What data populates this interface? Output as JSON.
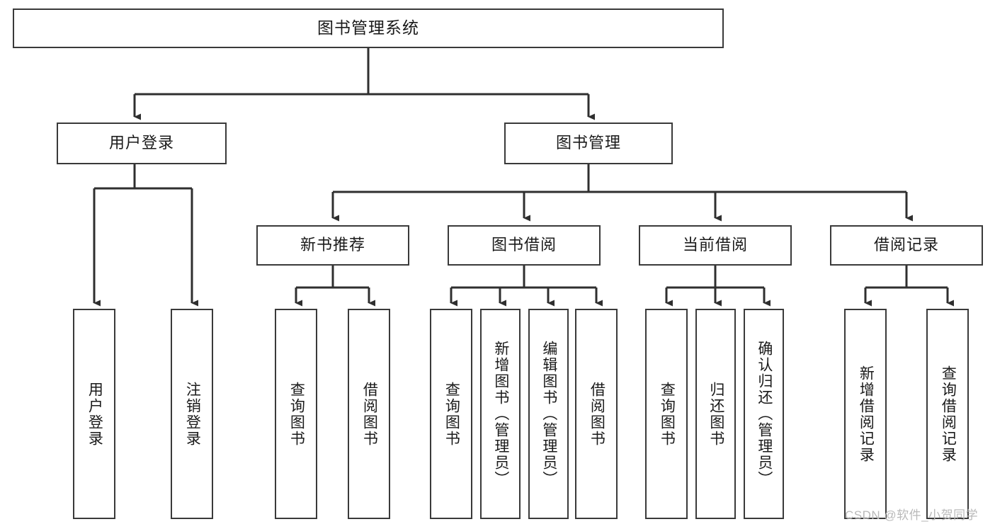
{
  "diagram": {
    "type": "tree-hierarchy",
    "title": "图书管理系统",
    "watermark": "CSDN @软件_小贺同学",
    "colors": {
      "box_border": "#3a3a3a",
      "box_fill": "#ffffff",
      "connector": "#2f2f2f",
      "text": "#1a1a1a",
      "watermark": "#b9b9b9",
      "background": "#ffffff"
    },
    "levels": {
      "level1": [
        {
          "id": "root",
          "label": "图书管理系统",
          "orientation": "horizontal"
        }
      ],
      "level2": [
        {
          "id": "user-login",
          "label": "用户登录",
          "orientation": "horizontal",
          "parent": "root"
        },
        {
          "id": "book-manage",
          "label": "图书管理",
          "orientation": "horizontal",
          "parent": "root"
        }
      ],
      "level3": [
        {
          "id": "new-book-rec",
          "label": "新书推荐",
          "orientation": "horizontal",
          "parent": "book-manage"
        },
        {
          "id": "book-borrow",
          "label": "图书借阅",
          "orientation": "horizontal",
          "parent": "book-manage"
        },
        {
          "id": "current-borrow",
          "label": "当前借阅",
          "orientation": "horizontal",
          "parent": "book-manage"
        },
        {
          "id": "borrow-record",
          "label": "借阅记录",
          "orientation": "horizontal",
          "parent": "book-manage"
        }
      ],
      "level4": [
        {
          "id": "leaf-user-login",
          "label": "用户登录",
          "orientation": "vertical",
          "parent": "user-login"
        },
        {
          "id": "leaf-user-logout",
          "label": "注销登录",
          "orientation": "vertical",
          "parent": "user-login"
        },
        {
          "id": "leaf-query-book-1",
          "label": "查询图书",
          "orientation": "vertical",
          "parent": "new-book-rec"
        },
        {
          "id": "leaf-borrow-book-1",
          "label": "借阅图书",
          "orientation": "vertical",
          "parent": "new-book-rec"
        },
        {
          "id": "leaf-query-book-2",
          "label": "查询图书",
          "orientation": "vertical",
          "parent": "book-borrow"
        },
        {
          "id": "leaf-add-book",
          "label": "新增图书（管理员）",
          "orientation": "vertical",
          "parent": "book-borrow"
        },
        {
          "id": "leaf-edit-book",
          "label": "编辑图书（管理员）",
          "orientation": "vertical",
          "parent": "book-borrow"
        },
        {
          "id": "leaf-borrow-book-2",
          "label": "借阅图书",
          "orientation": "vertical",
          "parent": "book-borrow"
        },
        {
          "id": "leaf-query-book-3",
          "label": "查询图书",
          "orientation": "vertical",
          "parent": "current-borrow"
        },
        {
          "id": "leaf-return-book",
          "label": "归还图书",
          "orientation": "vertical",
          "parent": "current-borrow"
        },
        {
          "id": "leaf-confirm-return",
          "label": "确认归还（管理员）",
          "orientation": "vertical",
          "parent": "current-borrow"
        },
        {
          "id": "leaf-add-record",
          "label": "新增借阅记录",
          "orientation": "vertical",
          "parent": "borrow-record"
        },
        {
          "id": "leaf-query-record",
          "label": "查询借阅记录",
          "orientation": "vertical",
          "parent": "borrow-record"
        }
      ]
    }
  }
}
